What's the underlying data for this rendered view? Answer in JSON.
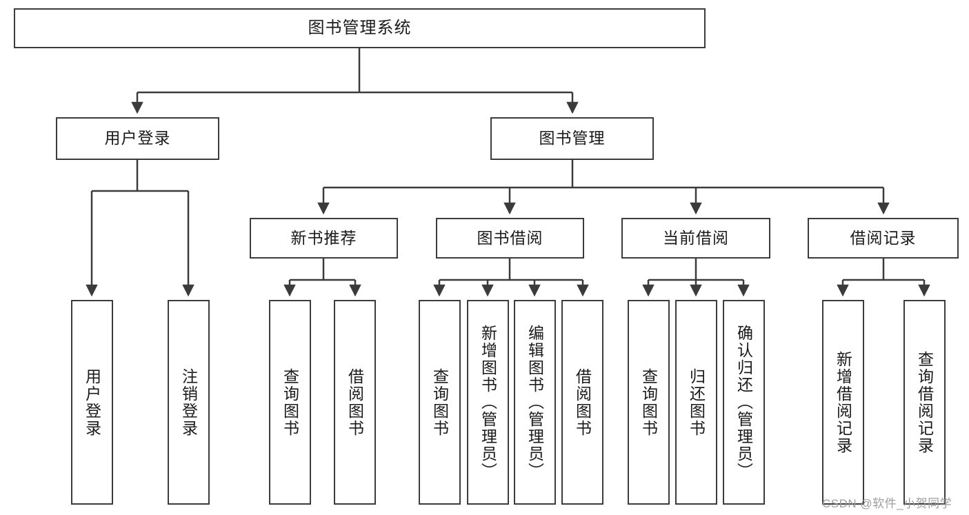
{
  "diagram": {
    "type": "tree-hierarchy-flowchart",
    "title": "图书管理系统",
    "colors": {
      "node_stroke": "#3b3b3b",
      "node_fill": "#ffffff",
      "edge_stroke": "#3b3b3b",
      "text": "#1a1a1a",
      "watermark": "#9d9d9d",
      "background": "#ffffff"
    },
    "levels": {
      "root": {
        "id": "root",
        "label": "图书管理系统",
        "orientation": "horizontal"
      },
      "level2": [
        {
          "id": "user-login",
          "label": "用户登录",
          "orientation": "horizontal"
        },
        {
          "id": "book-management",
          "label": "图书管理",
          "orientation": "horizontal"
        }
      ],
      "level3": [
        {
          "id": "new-book-recommend",
          "label": "新书推荐",
          "orientation": "horizontal",
          "parent": "book-management"
        },
        {
          "id": "book-borrow",
          "label": "图书借阅",
          "orientation": "horizontal",
          "parent": "book-management"
        },
        {
          "id": "current-borrow",
          "label": "当前借阅",
          "orientation": "horizontal",
          "parent": "book-management"
        },
        {
          "id": "borrow-record",
          "label": "借阅记录",
          "orientation": "horizontal",
          "parent": "book-management"
        }
      ],
      "leaves": [
        {
          "id": "leaf-user-login",
          "label": "用户登录",
          "orientation": "vertical",
          "parent": "user-login"
        },
        {
          "id": "leaf-user-logout",
          "label": "注销登录",
          "orientation": "vertical",
          "parent": "user-login"
        },
        {
          "id": "leaf-query-book-1",
          "label": "查询图书",
          "orientation": "vertical",
          "parent": "new-book-recommend"
        },
        {
          "id": "leaf-borrow-book-1",
          "label": "借阅图书",
          "orientation": "vertical",
          "parent": "new-book-recommend"
        },
        {
          "id": "leaf-query-book-2",
          "label": "查询图书",
          "orientation": "vertical",
          "parent": "book-borrow"
        },
        {
          "id": "leaf-add-book-admin",
          "label": "新增图书（管理员）",
          "orientation": "vertical",
          "parent": "book-borrow"
        },
        {
          "id": "leaf-edit-book-admin",
          "label": "编辑图书（管理员）",
          "orientation": "vertical",
          "parent": "book-borrow"
        },
        {
          "id": "leaf-borrow-book-2",
          "label": "借阅图书",
          "orientation": "vertical",
          "parent": "book-borrow"
        },
        {
          "id": "leaf-query-book-3",
          "label": "查询图书",
          "orientation": "vertical",
          "parent": "current-borrow"
        },
        {
          "id": "leaf-return-book",
          "label": "归还图书",
          "orientation": "vertical",
          "parent": "current-borrow"
        },
        {
          "id": "leaf-confirm-return-admin",
          "label": "确认归还（管理员）",
          "orientation": "vertical",
          "parent": "current-borrow"
        },
        {
          "id": "leaf-add-borrow-record",
          "label": "新增借阅记录",
          "orientation": "vertical",
          "parent": "borrow-record"
        },
        {
          "id": "leaf-query-borrow-record",
          "label": "查询借阅记录",
          "orientation": "vertical",
          "parent": "borrow-record"
        }
      ]
    },
    "watermark": "CSDN @软件_小贺同学"
  }
}
